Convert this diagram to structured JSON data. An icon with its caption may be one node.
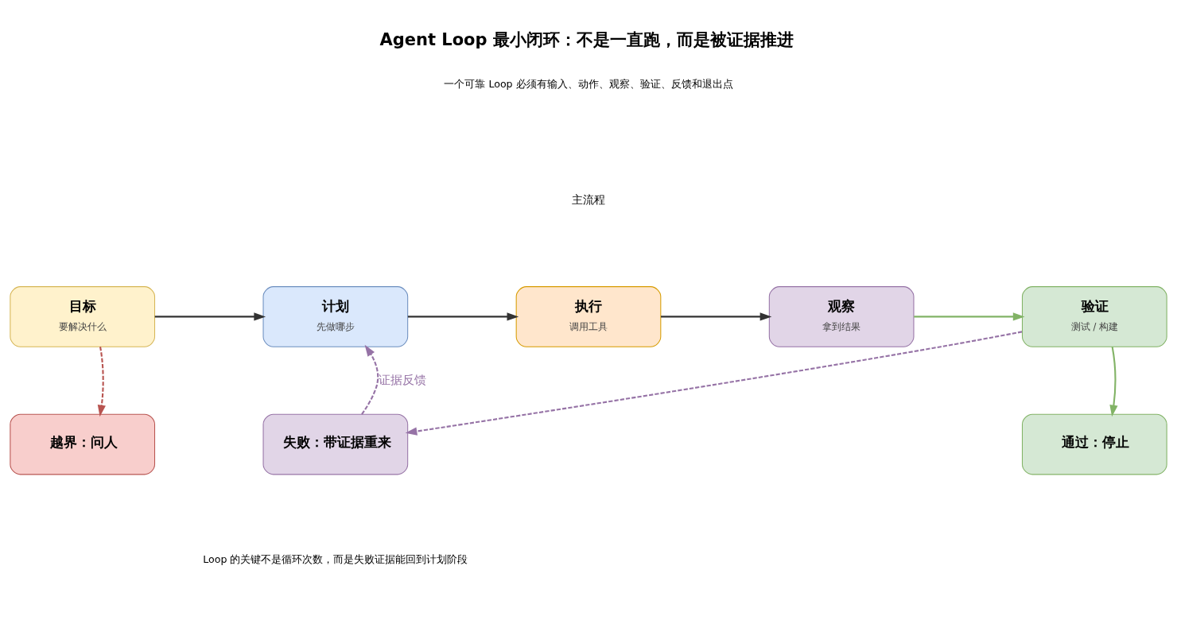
{
  "diagram": {
    "title": "Agent Loop 最小闭环：不是一直跑，而是被证据推进",
    "nodes": [
      {
        "text": [
          "目标",
          "要解决什么"
        ]
      },
      {
        "text": [
          "计划",
          "先做哪步"
        ]
      },
      {
        "text": [
          "执行",
          "调用工具"
        ]
      },
      {
        "text": [
          "观察",
          "拿到结果"
        ]
      },
      {
        "text": [
          "验证",
          "测试 / 构建"
        ]
      },
      {
        "text": [
          "越界：问人"
        ]
      },
      {
        "text": [
          "失败：带证据重来"
        ]
      },
      {
        "text": [
          "通过：停止"
        ]
      }
    ],
    "edges": [
      {
        "from": 0,
        "to": 1,
        "arrow": "to"
      },
      {
        "from": 1,
        "to": 2,
        "arrow": "to"
      },
      {
        "from": 2,
        "to": 3,
        "arrow": "to"
      },
      {
        "from": 3,
        "to": 4,
        "arrow": "to",
        "color": "#82b366"
      },
      {
        "from": 0,
        "to": 5,
        "arrow": "to",
        "style": "dashed",
        "color": "#b85450"
      },
      {
        "from": 4,
        "to": 6,
        "arrow": "to",
        "style": "dashed",
        "color": "#9673a6"
      },
      {
        "from": 6,
        "to": 1,
        "arrow": "to",
        "style": "dashed",
        "color": "#9673a6",
        "label": "证据反馈"
      },
      {
        "from": 4,
        "to": 7,
        "arrow": "to",
        "color": "#82b366"
      }
    ],
    "labels": [
      "一个可靠 Loop 必须有输入、动作、观察、验证、反馈和退出点",
      "主流程",
      "Loop 的关键不是循环次数，而是失败证据能回到计划阶段"
    ]
  }
}
